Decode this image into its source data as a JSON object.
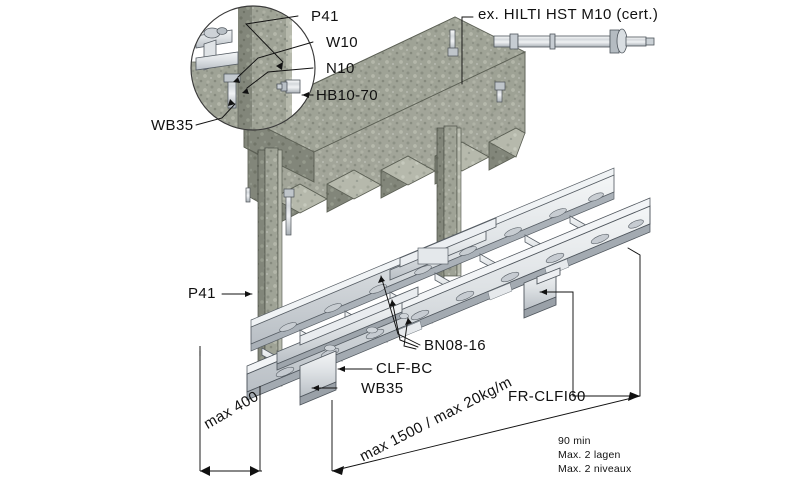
{
  "diagram": {
    "title": "Cable ladder fire-rated installation under concrete staircase",
    "colors": {
      "concrete": "#9a9e90",
      "concrete_dark": "#7e8276",
      "concrete_light": "#b2b5a8",
      "metal": "#d6d9dd",
      "metal_dark": "#9aa0a6",
      "metal_light": "#eef1f3",
      "line": "#1a1a1a",
      "background": "#ffffff"
    }
  },
  "callouts": {
    "p41_detail": "P41",
    "w10": "W10",
    "n10": "N10",
    "hb10_70": "HB10-70",
    "wb35_detail": "WB35",
    "anchor": "ex. HILTI HST M10 (cert.)",
    "p41_column": "P41",
    "bn08_16": "BN08-16",
    "clf_bc": "CLF-BC",
    "wb35_lower": "WB35",
    "fr_clfi60": "FR-CLFI60"
  },
  "dimensions": {
    "max_400": "max 400",
    "max_span": "max 1500 / max 20kg/m"
  },
  "notes": {
    "line1": "90 min",
    "line2": "Max. 2 lagen",
    "line3": "Max. 2 niveaux"
  }
}
